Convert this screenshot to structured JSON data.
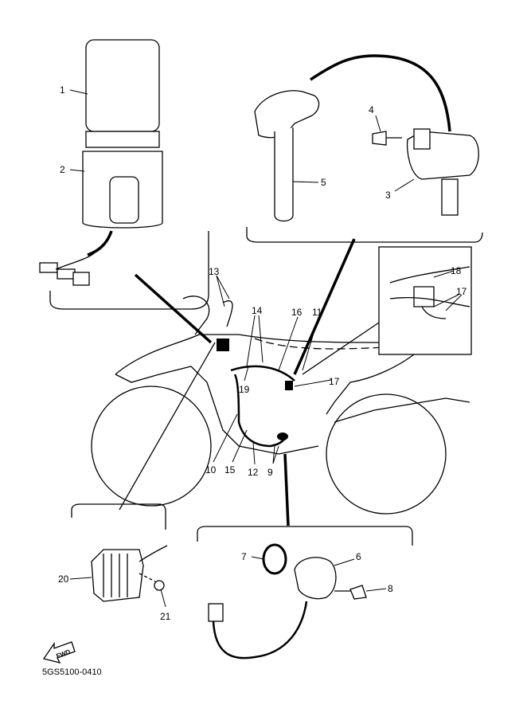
{
  "diagram": {
    "callouts": {
      "c1": "1",
      "c2": "2",
      "c3": "3",
      "c4": "4",
      "c5": "5",
      "c6": "6",
      "c7": "7",
      "c8": "8",
      "c9": "9",
      "c10": "10",
      "c11": "11",
      "c12": "12",
      "c13": "13",
      "c14": "14",
      "c15": "15",
      "c16": "16",
      "c17a": "17",
      "c17b": "17",
      "c18": "18",
      "c19": "19",
      "c20": "20",
      "c21": "21"
    },
    "fwd_label": "FWD",
    "drawing_number": "5GS5100-0410"
  }
}
